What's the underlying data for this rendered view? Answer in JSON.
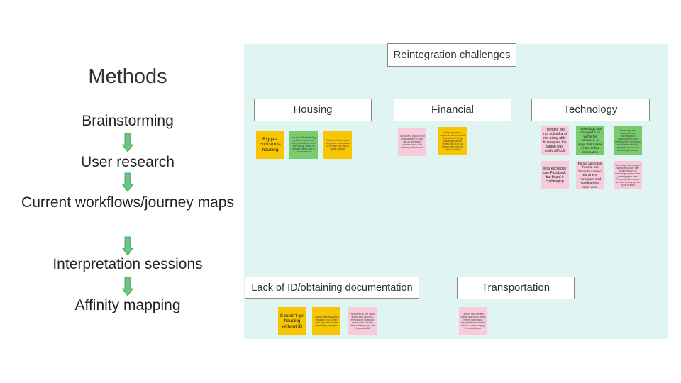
{
  "colors": {
    "arrow": "#6cc383",
    "board": "#e0f4f1",
    "note_yellow": "#f7c600",
    "note_green": "#79cc6e",
    "note_pink": "#f8cbdc"
  },
  "methods": {
    "title": "Methods",
    "steps": [
      "Brainstorming",
      "User research",
      "Current workflows/journey maps",
      "Interpretation sessions",
      "Affinity mapping"
    ]
  },
  "board": {
    "title": "Reintegration challenges",
    "categories": [
      {
        "label": "Housing",
        "notes": [
          {
            "color": "yellow",
            "text": "Biggest concern is housing"
          },
          {
            "color": "green",
            "text": "Has had difficulty finding a place to rent due to felony convictions, and is still looking, unable to stay with family due to circumstances"
          },
          {
            "color": "yellow",
            "text": "Veteran ID card wasn't recognized as valid form of ID when she tried to obtain housing"
          }
        ]
      },
      {
        "label": "Financial",
        "notes": [
          {
            "color": "pink",
            "text": "You have to pay to fill out an application to move into an apartment, another way to hold returning citizens back"
          },
          {
            "color": "yellow",
            "text": "Living paycheck to paycheck, worried about finances and being challenged, as the money had to go out sooner than when he started working"
          }
        ]
      },
      {
        "label": "Technology",
        "notes": [
          {
            "color": "pink",
            "text": "Trying to get into school and not being able to navigate the laptop was really difficult"
          },
          {
            "color": "green",
            "text": "Technology has changed a lot within his sentence, in ways that makes it hard to find information"
          },
          {
            "color": "green",
            "text": "Technology has advanced a lot, confusing and overwhelming when trying to figure out how to use different functions and apps, no one was able to help him learn"
          },
          {
            "color": "pink",
            "text": "Was excited to use Facebook but found it challenging"
          },
          {
            "color": "pink",
            "text": "Parole agent told them to use Zoom to connect with them. Participant had no idea what apps were"
          },
          {
            "color": "pink",
            "text": "Technology had changed significantly while they were in prison, so technology use has been challenging for them. Phones and computers are hard to keep up, it's trying to learn"
          }
        ]
      },
      {
        "label": "Lack of ID/obtaining documentation",
        "notes": [
          {
            "color": "yellow",
            "text": "Couldn't get housing without ID"
          },
          {
            "color": "yellow",
            "text": "Couldn't get employment because of no ID, but once they had ID were immediately employed"
          },
          {
            "color": "pink",
            "text": "Found that no one would accept their prison ID, even though it's issued by the state and they were told they could use it as a valid ID"
          }
        ]
      },
      {
        "label": "Transportation",
        "notes": [
          {
            "color": "pink",
            "text": "Doesn't have driver's license and hasn't driven before, has various transportation problems, drive to a metro stop go to rental places"
          }
        ]
      }
    ]
  }
}
